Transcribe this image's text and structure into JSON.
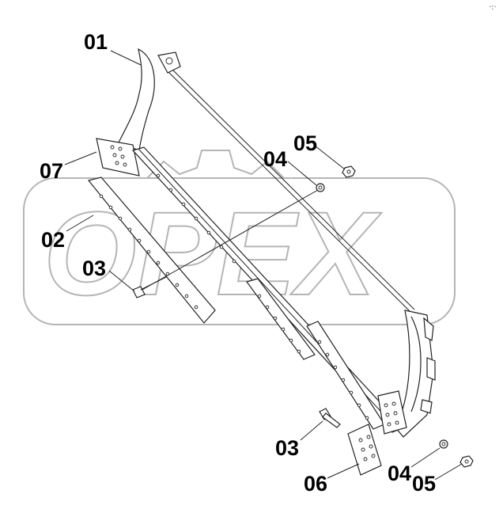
{
  "watermark": {
    "text": "OPEX"
  },
  "corner_mark": "·:·",
  "callouts": {
    "c01": "01",
    "c07": "07",
    "c02": "02",
    "c03_left": "03",
    "c04_top": "04",
    "c05_top": "05",
    "c03_bottom": "03",
    "c06": "06",
    "c04_bottom": "04",
    "c05_bottom": "05"
  },
  "colors": {
    "line": "#222222",
    "watermark": "#b5b5b5",
    "background": "#ffffff"
  }
}
